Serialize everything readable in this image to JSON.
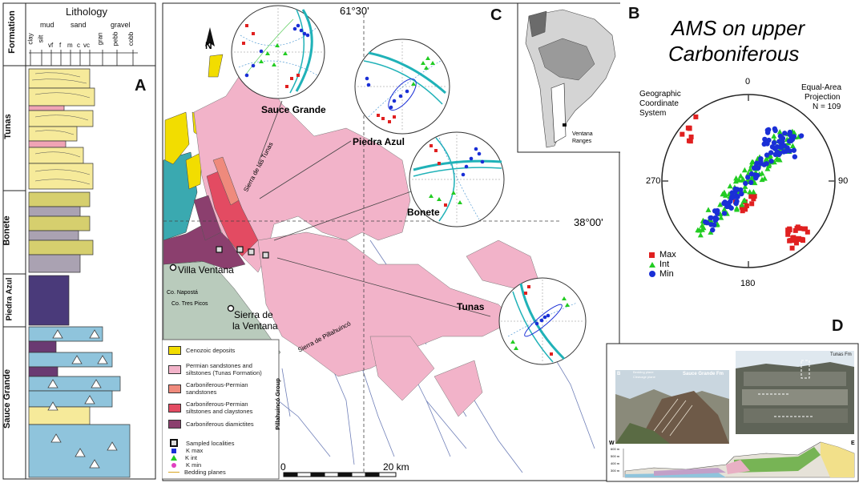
{
  "panel_a": {
    "letter": "A",
    "lithology_title": "Lithology",
    "formation_header": "Formation",
    "grain_groups": [
      "mud",
      "sand",
      "gravel"
    ],
    "grain_sizes": [
      "clay",
      "silt",
      "vf",
      "f",
      "m",
      "c",
      "vc",
      "gran",
      "pebb",
      "cobb"
    ],
    "formations": [
      "Tunas",
      "Bonete",
      "Piedra Azul",
      "Sauce Grande"
    ]
  },
  "panel_b": {
    "letter": "B",
    "title_line1": "AMS on upper",
    "title_line2": "Carboniferous",
    "coord_line1": "Geographic",
    "coord_line2": "Coordinate",
    "coord_line3": "System",
    "proj_line1": "Equal-Area",
    "proj_line2": "Projection",
    "proj_line3": "N = 109",
    "az_0": "0",
    "az_90": "90",
    "az_180": "180",
    "az_270": "270",
    "legend": [
      "Max",
      "Int",
      "Min"
    ],
    "colors": {
      "max": "#e02020",
      "int": "#22cc22",
      "min": "#1a2fd6"
    }
  },
  "panel_c": {
    "letter": "C",
    "lon_label": "61°30'",
    "lat_label": "38°00'",
    "sites": [
      "Sauce Grande",
      "Piedra Azul",
      "Bonete",
      "Tunas"
    ],
    "places": [
      "Villa Ventana",
      "Sierra de",
      "la Ventana",
      "Co. Napostá",
      "Co. Tres Picos"
    ],
    "ranges": [
      "Sierra de las Tunas",
      "Sierra de Pillahuincó"
    ],
    "inset_label_line1": "Ventana",
    "inset_label_line2": "Ranges",
    "north": "N",
    "scale_start": "0",
    "scale_end": "20 km",
    "group_label": "Pillahuincó Group",
    "legend": [
      {
        "label": "Cenozoic deposits",
        "color": "#f2dd00"
      },
      {
        "label": "Permian sandstones and siltstones (Tunas Formation)",
        "color": "#f2b3c9"
      },
      {
        "label": "Carboniferous-Permian sandstones",
        "color": "#ef8a7c"
      },
      {
        "label": "Carboniferous-Permian siltstones and claystones",
        "color": "#e34b62"
      },
      {
        "label": "Carboniferous diamictites",
        "color": "#8b3f6e"
      }
    ],
    "symbols": [
      "Sampled localities",
      "K max",
      "K int",
      "K min",
      "Bedding planes"
    ]
  },
  "panel_d": {
    "letter": "D",
    "photo1_label": "Sauce Grande Fm",
    "photo1_letter": "B",
    "photo1_legend1": "Bedding plane",
    "photo1_legend2": "Cleavage plane",
    "photo2_label": "Tunas Fm",
    "west": "W",
    "east": "E",
    "elevations": [
      "600 m",
      "500 m",
      "400 m",
      "300 m"
    ]
  }
}
